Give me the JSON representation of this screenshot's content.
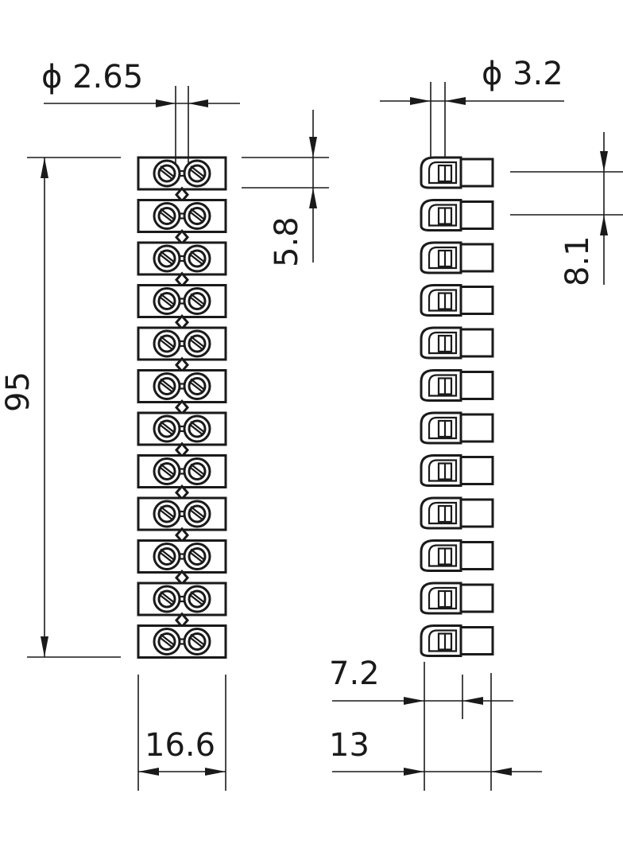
{
  "diagram": {
    "front_view": {
      "terminal_count": 12,
      "dimensions": {
        "wire_diameter": "ϕ 2.65",
        "pitch": "5.8",
        "total_length": "95",
        "width": "16.6"
      }
    },
    "side_view": {
      "terminal_count": 12,
      "dimensions": {
        "screw_diameter": "ϕ 3.2",
        "pitch": "8.1",
        "offset": "7.2",
        "depth": "13"
      }
    },
    "colors": {
      "line": "#1a1a1a",
      "background": "#ffffff"
    }
  }
}
